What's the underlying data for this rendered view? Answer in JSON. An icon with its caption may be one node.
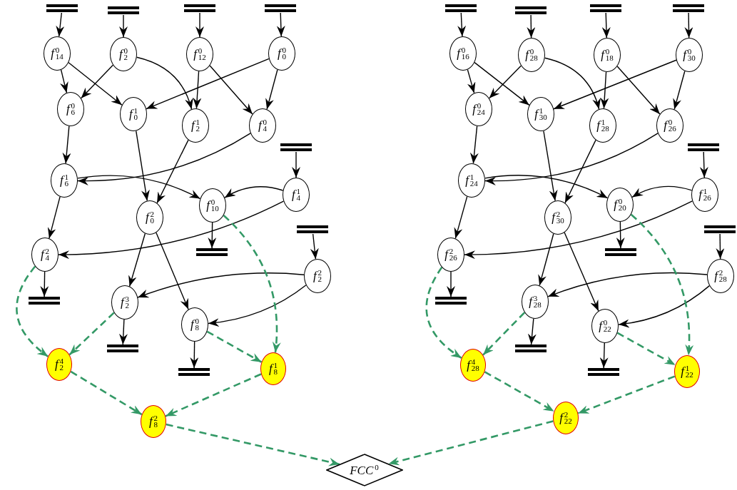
{
  "diagram": {
    "nodes": [
      {
        "text": [
          "*f*$^{0}$$_{14}$"
        ]
      },
      {
        "text": [
          "*f*$^{0}$$_{2}$"
        ]
      },
      {
        "text": [
          "*f*$^{0}$$_{12}$"
        ]
      },
      {
        "text": [
          "*f*$^{0}$$_{0}$"
        ]
      },
      {
        "text": [
          "*f*$^{0}$$_{6}$"
        ]
      },
      {
        "text": [
          "*f*$^{1}$$_{0}$"
        ]
      },
      {
        "text": [
          "*f*$^{1}$$_{2}$"
        ]
      },
      {
        "text": [
          "*f*$^{0}$$_{4}$"
        ]
      },
      {
        "text": [
          "*f*$^{1}$$_{6}$"
        ]
      },
      {
        "text": [
          "*f*$^{0}$$_{10}$"
        ]
      },
      {
        "text": [
          "*f*$^{1}$$_{4}$"
        ]
      },
      {
        "text": [
          "*f*$^{2}$$_{0}$"
        ]
      },
      {
        "text": [
          "*f*$^{2}$$_{4}$"
        ]
      },
      {
        "text": [
          "*f*$^{2}$$_{2}$"
        ]
      },
      {
        "text": [
          "*f*$^{3}$$_{2}$"
        ]
      },
      {
        "text": [
          "*f*$^{0}$$_{8}$"
        ]
      },
      {
        "text": [
          "*f*$^{4}$$_{2}$"
        ]
      },
      {
        "text": [
          "*f*$^{1}$$_{8}$"
        ]
      },
      {
        "text": [
          "*f*$^{2}$$_{8}$"
        ]
      },
      {
        "text": [
          "*f*$^{0}$$_{16}$"
        ]
      },
      {
        "text": [
          "*f*$^{0}$$_{28}$"
        ]
      },
      {
        "text": [
          "*f*$^{0}$$_{18}$"
        ]
      },
      {
        "text": [
          "*f*$^{0}$$_{30}$"
        ]
      },
      {
        "text": [
          "*f*$^{0}$$_{24}$"
        ]
      },
      {
        "text": [
          "*f*$^{1}$$_{30}$"
        ]
      },
      {
        "text": [
          "*f*$^{1}$$_{28}$"
        ]
      },
      {
        "text": [
          "*f*$^{0}$$_{26}$"
        ]
      },
      {
        "text": [
          "*f*$^{1}$$_{24}$"
        ]
      },
      {
        "text": [
          "*f*$^{0}$$_{20}$"
        ]
      },
      {
        "text": [
          "*f*$^{1}$$_{26}$"
        ]
      },
      {
        "text": [
          "*f*$^{2}$$_{30}$"
        ]
      },
      {
        "text": [
          "*f*$^{2}$$_{26}$"
        ]
      },
      {
        "text": [
          "*f*$^{2}$$_{28}$"
        ]
      },
      {
        "text": [
          "*f*$^{3}$$_{28}$"
        ]
      },
      {
        "text": [
          "*f*$^{0}$$_{22}$"
        ]
      },
      {
        "text": [
          "*f*$^{4}$$_{28}$"
        ]
      },
      {
        "text": [
          "*f*$^{1}$$_{22}$"
        ]
      },
      {
        "text": [
          "*f*$^{2}$$_{22}$"
        ]
      },
      {
        "text": [
          "*FCC*$^{0}$"
        ]
      },
      {
        "text": [],
        "shape": "bar"
      },
      {
        "text": [],
        "shape": "bar"
      },
      {
        "text": [],
        "shape": "bar"
      },
      {
        "text": [],
        "shape": "bar"
      },
      {
        "text": [],
        "shape": "bar"
      },
      {
        "text": [],
        "shape": "bar"
      },
      {
        "text": [],
        "shape": "bar"
      },
      {
        "text": [],
        "shape": "bar"
      },
      {
        "text": [],
        "shape": "bar"
      },
      {
        "text": [],
        "shape": "bar"
      },
      {
        "text": [],
        "shape": "bar"
      },
      {
        "text": [],
        "shape": "bar"
      },
      {
        "text": [],
        "shape": "bar"
      },
      {
        "text": [],
        "shape": "bar"
      },
      {
        "text": [],
        "shape": "bar"
      },
      {
        "text": [],
        "shape": "bar"
      },
      {
        "text": [],
        "shape": "bar"
      },
      {
        "text": [],
        "shape": "bar"
      },
      {
        "text": [],
        "shape": "bar"
      },
      {
        "text": [],
        "shape": "bar"
      }
    ],
    "edges": [
      {
        "from": 39,
        "to": 0,
        "arrow": "to"
      },
      {
        "from": 40,
        "to": 1,
        "arrow": "to"
      },
      {
        "from": 41,
        "to": 2,
        "arrow": "to"
      },
      {
        "from": 42,
        "to": 3,
        "arrow": "to"
      },
      {
        "from": 0,
        "to": 4,
        "arrow": "to"
      },
      {
        "from": 0,
        "to": 5,
        "arrow": "to"
      },
      {
        "from": 1,
        "to": 4,
        "arrow": "to"
      },
      {
        "from": 1,
        "to": 6,
        "arrow": "to"
      },
      {
        "from": 2,
        "to": 6,
        "arrow": "to"
      },
      {
        "from": 2,
        "to": 7,
        "arrow": "to"
      },
      {
        "from": 3,
        "to": 5,
        "arrow": "to"
      },
      {
        "from": 3,
        "to": 7,
        "arrow": "to"
      },
      {
        "from": 4,
        "to": 8,
        "arrow": "to"
      },
      {
        "from": 5,
        "to": 11,
        "arrow": "to"
      },
      {
        "from": 6,
        "to": 11,
        "arrow": "to"
      },
      {
        "from": 7,
        "to": 8,
        "arrow": "to"
      },
      {
        "from": 8,
        "to": 12,
        "arrow": "to"
      },
      {
        "from": 8,
        "to": 9,
        "arrow": "to"
      },
      {
        "from": 43,
        "to": 10,
        "arrow": "to"
      },
      {
        "from": 10,
        "to": 9,
        "arrow": "to"
      },
      {
        "from": 10,
        "to": 12,
        "arrow": "to"
      },
      {
        "from": 9,
        "to": 45,
        "arrow": "to"
      },
      {
        "from": 11,
        "to": 14,
        "arrow": "to"
      },
      {
        "from": 11,
        "to": 15,
        "arrow": "to"
      },
      {
        "from": 44,
        "to": 13,
        "arrow": "to"
      },
      {
        "from": 13,
        "to": 14,
        "arrow": "to"
      },
      {
        "from": 13,
        "to": 15,
        "arrow": "to"
      },
      {
        "from": 12,
        "to": 46,
        "arrow": "to"
      },
      {
        "from": 14,
        "to": 47,
        "arrow": "to"
      },
      {
        "from": 15,
        "to": 48,
        "arrow": "to"
      },
      {
        "from": 12,
        "to": 16,
        "arrow": "to",
        "style": "dashed",
        "color": "#339966"
      },
      {
        "from": 14,
        "to": 16,
        "arrow": "to",
        "style": "dashed",
        "color": "#339966"
      },
      {
        "from": 9,
        "to": 17,
        "arrow": "to",
        "style": "dashed",
        "color": "#339966"
      },
      {
        "from": 15,
        "to": 17,
        "arrow": "to",
        "style": "dashed",
        "color": "#339966"
      },
      {
        "from": 16,
        "to": 18,
        "arrow": "to",
        "style": "dashed",
        "color": "#339966"
      },
      {
        "from": 17,
        "to": 18,
        "arrow": "to",
        "style": "dashed",
        "color": "#339966"
      },
      {
        "from": 18,
        "to": 38,
        "arrow": "to",
        "style": "dashed",
        "color": "#339966"
      },
      {
        "from": 49,
        "to": 19,
        "arrow": "to"
      },
      {
        "from": 50,
        "to": 20,
        "arrow": "to"
      },
      {
        "from": 51,
        "to": 21,
        "arrow": "to"
      },
      {
        "from": 52,
        "to": 22,
        "arrow": "to"
      },
      {
        "from": 19,
        "to": 23,
        "arrow": "to"
      },
      {
        "from": 19,
        "to": 24,
        "arrow": "to"
      },
      {
        "from": 20,
        "to": 23,
        "arrow": "to"
      },
      {
        "from": 20,
        "to": 25,
        "arrow": "to"
      },
      {
        "from": 21,
        "to": 25,
        "arrow": "to"
      },
      {
        "from": 21,
        "to": 26,
        "arrow": "to"
      },
      {
        "from": 22,
        "to": 24,
        "arrow": "to"
      },
      {
        "from": 22,
        "to": 26,
        "arrow": "to"
      },
      {
        "from": 23,
        "to": 27,
        "arrow": "to"
      },
      {
        "from": 24,
        "to": 30,
        "arrow": "to"
      },
      {
        "from": 25,
        "to": 30,
        "arrow": "to"
      },
      {
        "from": 26,
        "to": 27,
        "arrow": "to"
      },
      {
        "from": 27,
        "to": 31,
        "arrow": "to"
      },
      {
        "from": 27,
        "to": 28,
        "arrow": "to"
      },
      {
        "from": 53,
        "to": 29,
        "arrow": "to"
      },
      {
        "from": 29,
        "to": 28,
        "arrow": "to"
      },
      {
        "from": 29,
        "to": 31,
        "arrow": "to"
      },
      {
        "from": 28,
        "to": 55,
        "arrow": "to"
      },
      {
        "from": 30,
        "to": 33,
        "arrow": "to"
      },
      {
        "from": 30,
        "to": 34,
        "arrow": "to"
      },
      {
        "from": 54,
        "to": 32,
        "arrow": "to"
      },
      {
        "from": 32,
        "to": 33,
        "arrow": "to"
      },
      {
        "from": 32,
        "to": 34,
        "arrow": "to"
      },
      {
        "from": 31,
        "to": 56,
        "arrow": "to"
      },
      {
        "from": 33,
        "to": 57,
        "arrow": "to"
      },
      {
        "from": 34,
        "to": 58,
        "arrow": "to"
      },
      {
        "from": 31,
        "to": 35,
        "arrow": "to",
        "style": "dashed",
        "color": "#339966"
      },
      {
        "from": 33,
        "to": 35,
        "arrow": "to",
        "style": "dashed",
        "color": "#339966"
      },
      {
        "from": 28,
        "to": 36,
        "arrow": "to",
        "style": "dashed",
        "color": "#339966"
      },
      {
        "from": 34,
        "to": 36,
        "arrow": "to",
        "style": "dashed",
        "color": "#339966"
      },
      {
        "from": 35,
        "to": 37,
        "arrow": "to",
        "style": "dashed",
        "color": "#339966"
      },
      {
        "from": 36,
        "to": 37,
        "arrow": "to",
        "style": "dashed",
        "color": "#339966"
      },
      {
        "from": 37,
        "to": 38,
        "arrow": "to",
        "style": "dashed",
        "color": "#339966"
      }
    ]
  }
}
